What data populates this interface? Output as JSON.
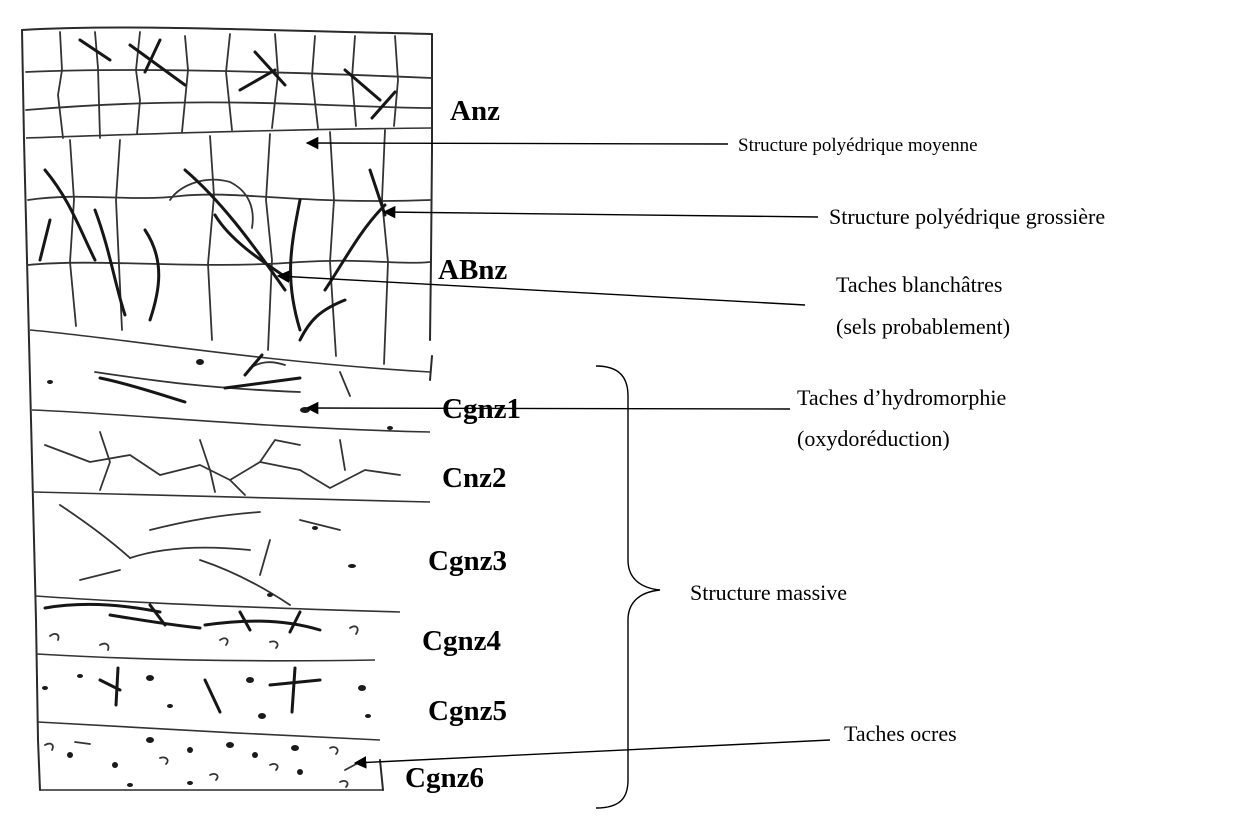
{
  "horizons": [
    {
      "id": "anz",
      "label": "Anz"
    },
    {
      "id": "abnz",
      "label": "ABnz"
    },
    {
      "id": "cgnz1",
      "label": "Cgnz1"
    },
    {
      "id": "cnz2",
      "label": "Cnz2"
    },
    {
      "id": "cgnz3",
      "label": "Cgnz3"
    },
    {
      "id": "cgnz4",
      "label": "Cgnz4"
    },
    {
      "id": "cgnz5",
      "label": "Cgnz5"
    },
    {
      "id": "cgnz6",
      "label": "Cgnz6"
    }
  ],
  "annotations": {
    "structure_moyenne": "Structure polyédrique moyenne",
    "structure_grossiere": "Structure polyédrique grossière",
    "taches_blanchatres": {
      "line1": "Taches blanchâtres",
      "line2": "(sels probablement)"
    },
    "taches_hydromorphie": {
      "line1": "Taches d’hydromorphie",
      "line2": "(oxydoréduction)"
    },
    "structure_massive": "Structure massive",
    "taches_ocres": "Taches ocres"
  }
}
